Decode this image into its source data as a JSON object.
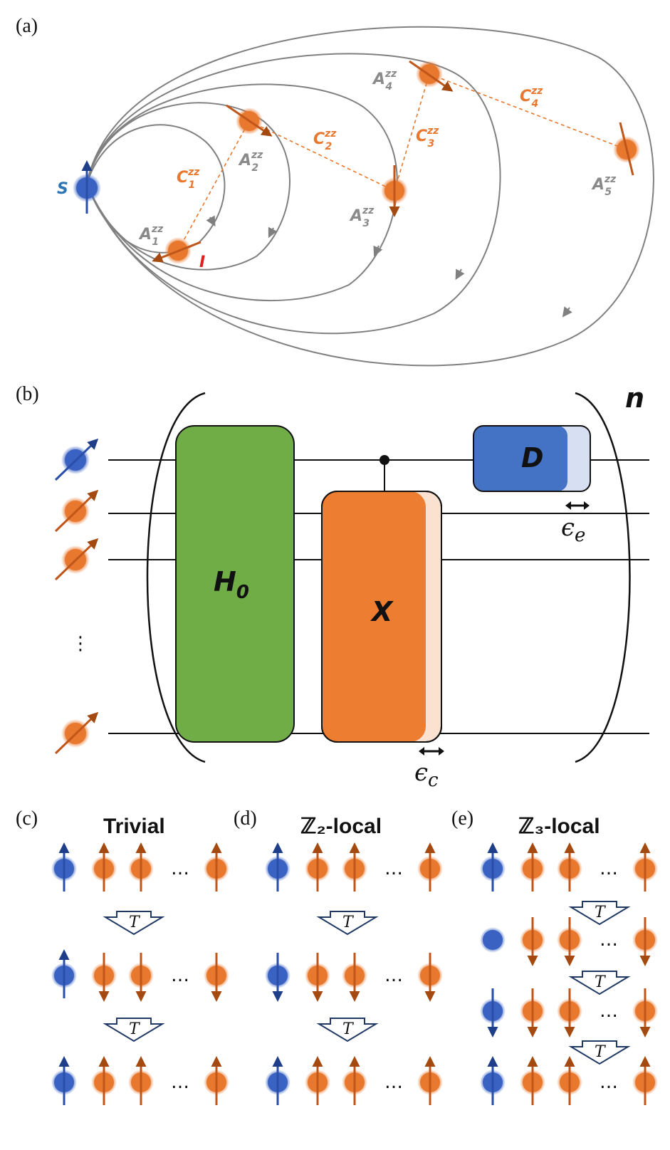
{
  "panels": {
    "a": {
      "label": "(a)",
      "system_spin_label": "S",
      "target_spin_label": "I",
      "hyperfine_labels": [
        "A",
        "A",
        "A",
        "A",
        "A"
      ],
      "hyperfine_subs": [
        "1",
        "2",
        "3",
        "4",
        "5"
      ],
      "hyperfine_sup": "zz",
      "coupling_labels": [
        "C",
        "C",
        "C",
        "C"
      ],
      "coupling_subs": [
        "1",
        "2",
        "3",
        "4"
      ],
      "coupling_sup": "zz"
    },
    "b": {
      "label": "(b)",
      "repeat_label": "n",
      "gate_h0": "H",
      "gate_h0_sub": "0",
      "gate_x": "X",
      "gate_d": "D",
      "epsilon_e": "ϵ",
      "epsilon_e_sub": "e",
      "epsilon_c": "ϵ",
      "epsilon_c_sub": "c",
      "vdots": "⋮"
    },
    "c": {
      "label": "(c)",
      "title": "Trivial"
    },
    "d": {
      "label": "(d)",
      "title": "ℤ₂-local"
    },
    "e": {
      "label": "(e)",
      "title": "ℤ₃-local"
    },
    "transition_label": "T",
    "ellipsis": "…"
  },
  "colors": {
    "electron_spin": "#3A62C2",
    "nuclear_spin": "#E8782E",
    "h0_gate": "#70AD47",
    "x_gate": "#ED7D31",
    "d_gate": "#4472C4",
    "field_line": "#808080",
    "coupling_line": "#E8782E",
    "arrow_outline": "#203864"
  }
}
